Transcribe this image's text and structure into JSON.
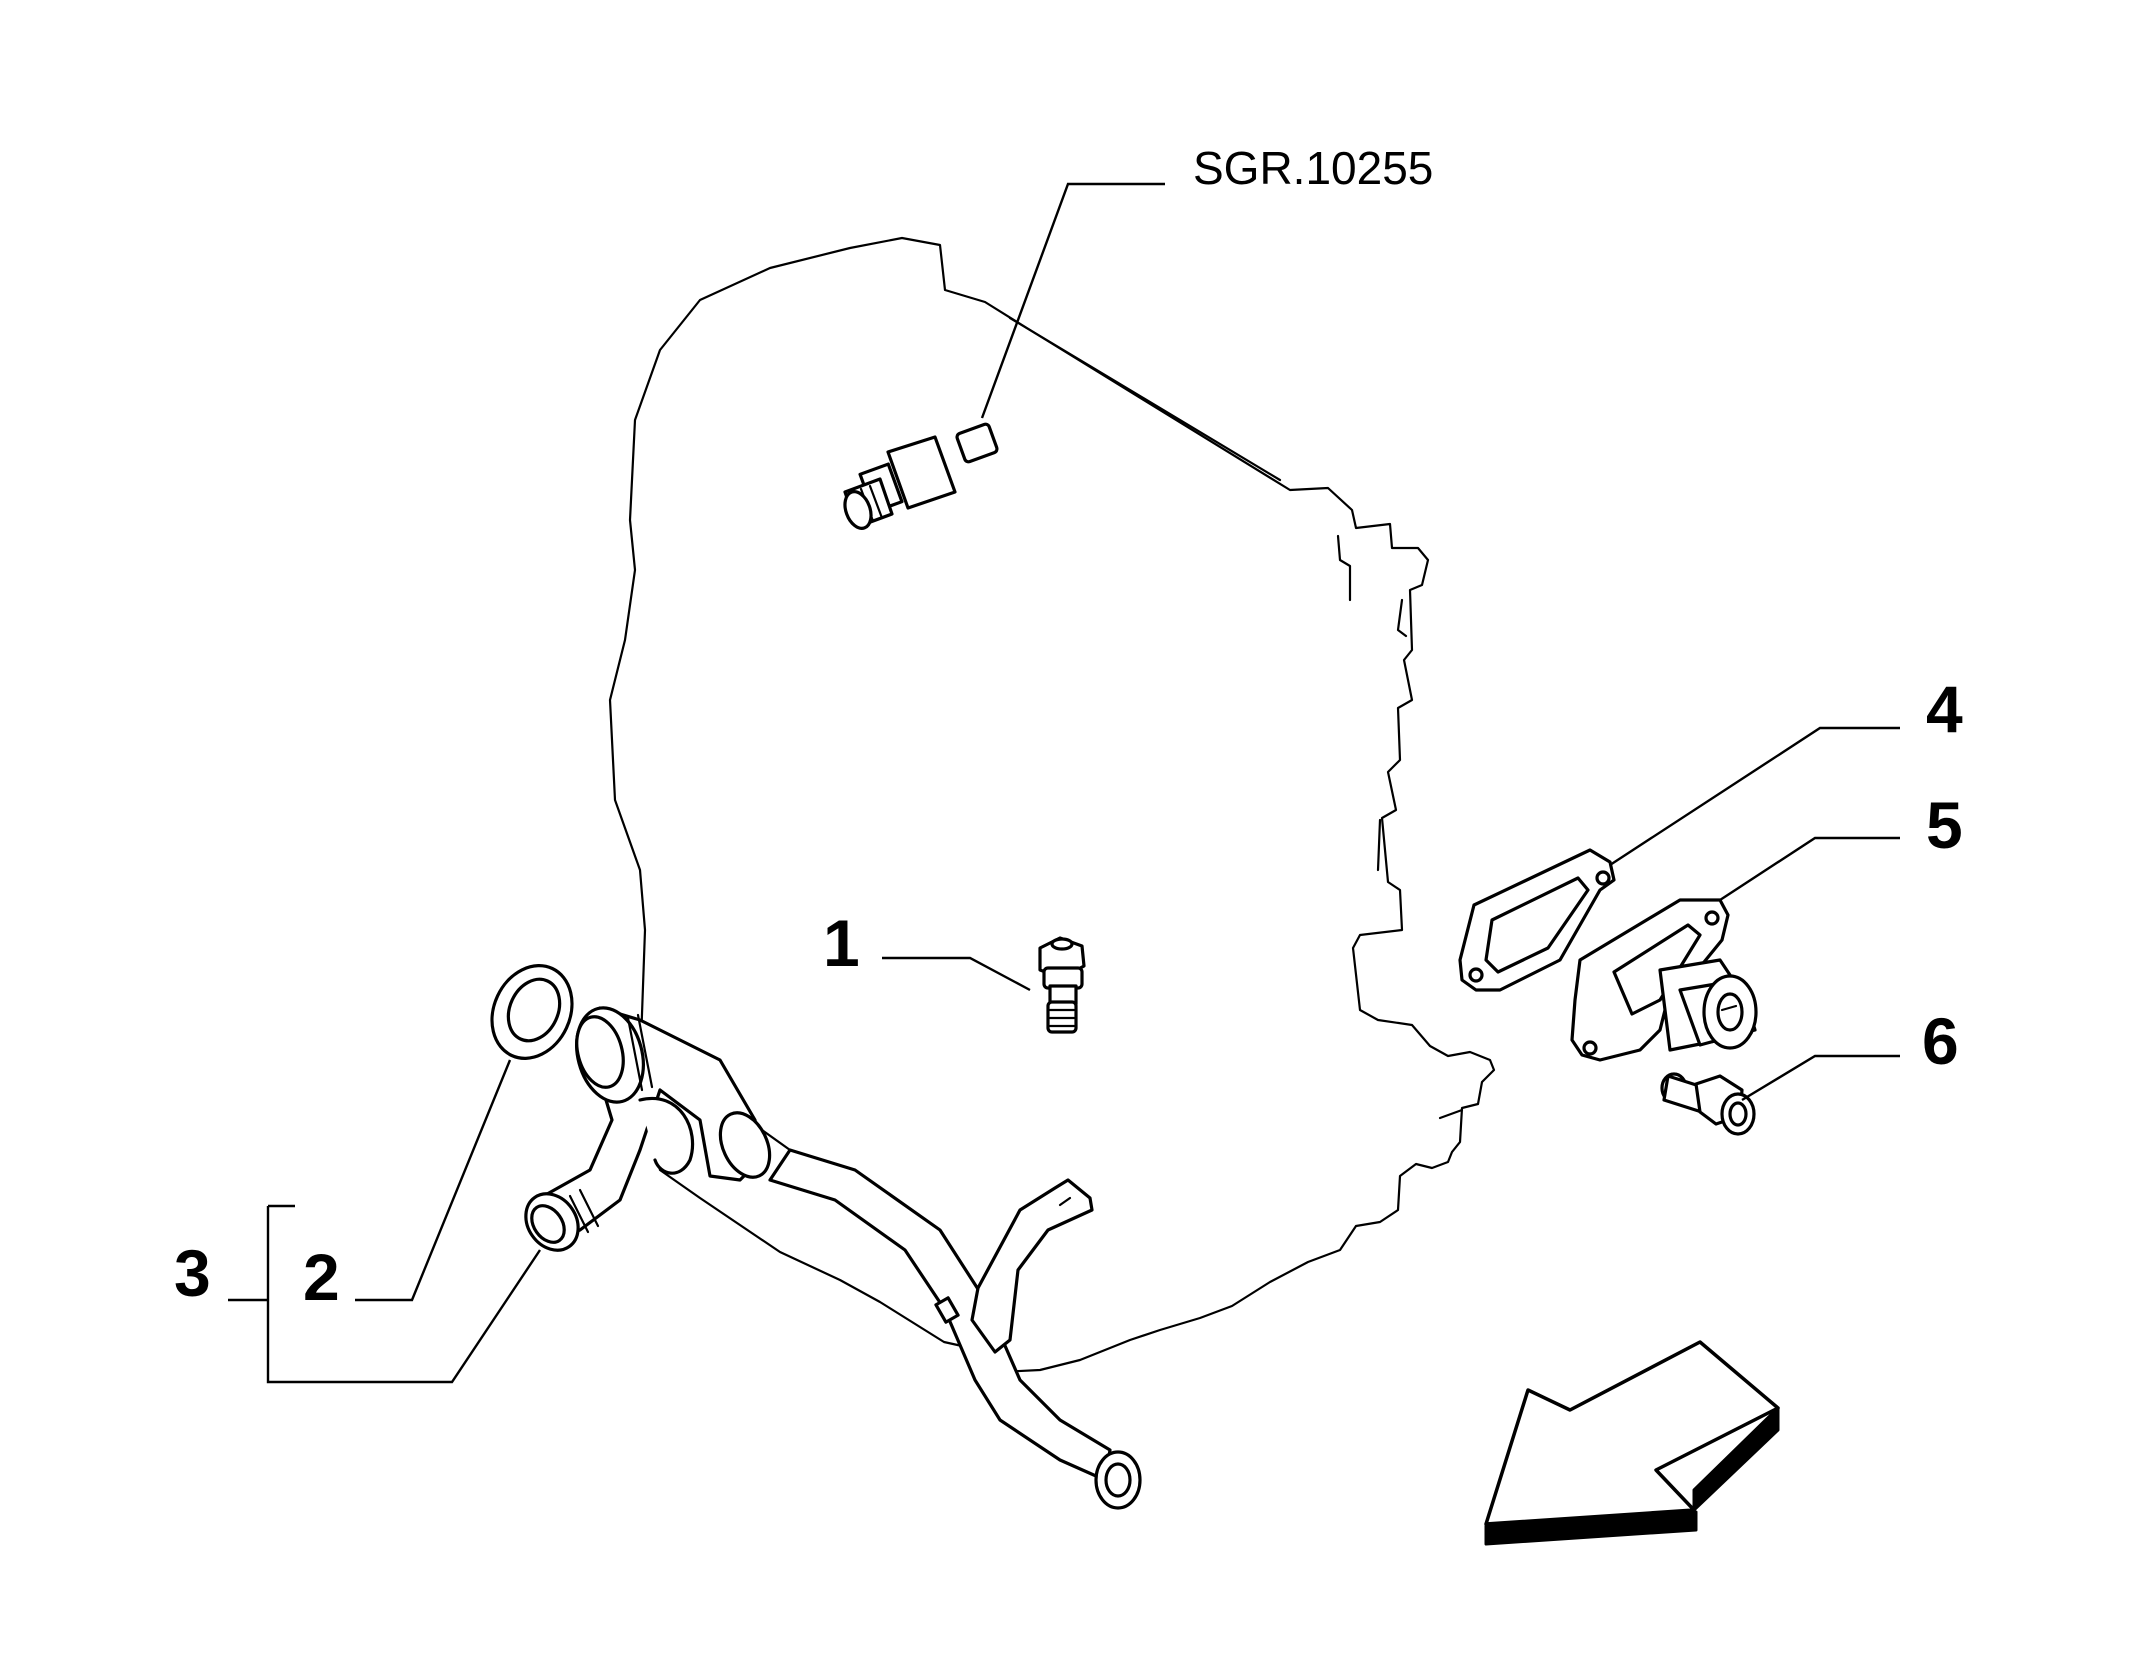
{
  "diagram": {
    "reference_code": "SGR.10255",
    "callouts": {
      "p1": "1",
      "p2": "2",
      "p3": "3",
      "p4": "4",
      "p5": "5",
      "p6": "6"
    },
    "icons": {
      "direction_arrow": "front-direction-arrow-icon"
    }
  }
}
